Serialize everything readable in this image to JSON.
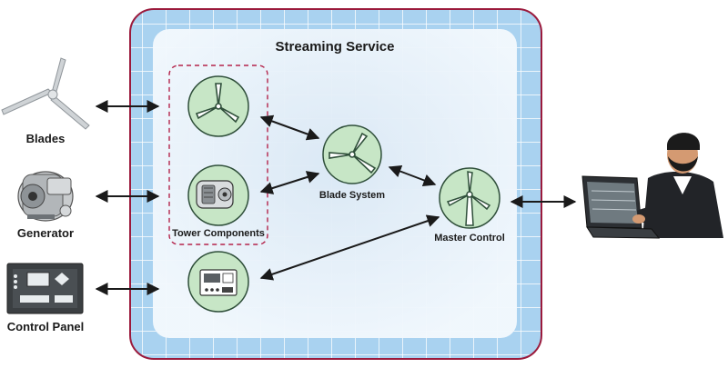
{
  "container": {
    "title": "Streaming Service"
  },
  "external": {
    "blades": {
      "label": "Blades",
      "icon": "wind-turbine-blades-icon"
    },
    "generator": {
      "label": "Generator",
      "icon": "generator-motor-icon"
    },
    "control_panel": {
      "label": "Control Panel",
      "icon": "control-panel-device-icon"
    },
    "operator": {
      "icon": "person-at-laptop-icon"
    }
  },
  "nodes": {
    "blades_node": {
      "icon": "turbine-icon"
    },
    "tower_components": {
      "label": "Tower Components",
      "icon": "generator-motor-icon"
    },
    "control_node": {
      "icon": "control-panel-device-icon"
    },
    "blade_system": {
      "label": "Blade System",
      "icon": "turbine-icon"
    },
    "master_control": {
      "label": "Master Control",
      "icon": "wind-turbine-tower-icon"
    }
  },
  "colors": {
    "frame_border": "#9b1a3c",
    "grid_fill": "#a9d2f0",
    "grid_line": "#ffffff",
    "inner_panel": "#e6f1fb",
    "node_fill": "#c7e6c6",
    "node_stroke": "#2f4f3a",
    "dashed_group": "#b4234a",
    "arrow": "#1a1a1a"
  }
}
